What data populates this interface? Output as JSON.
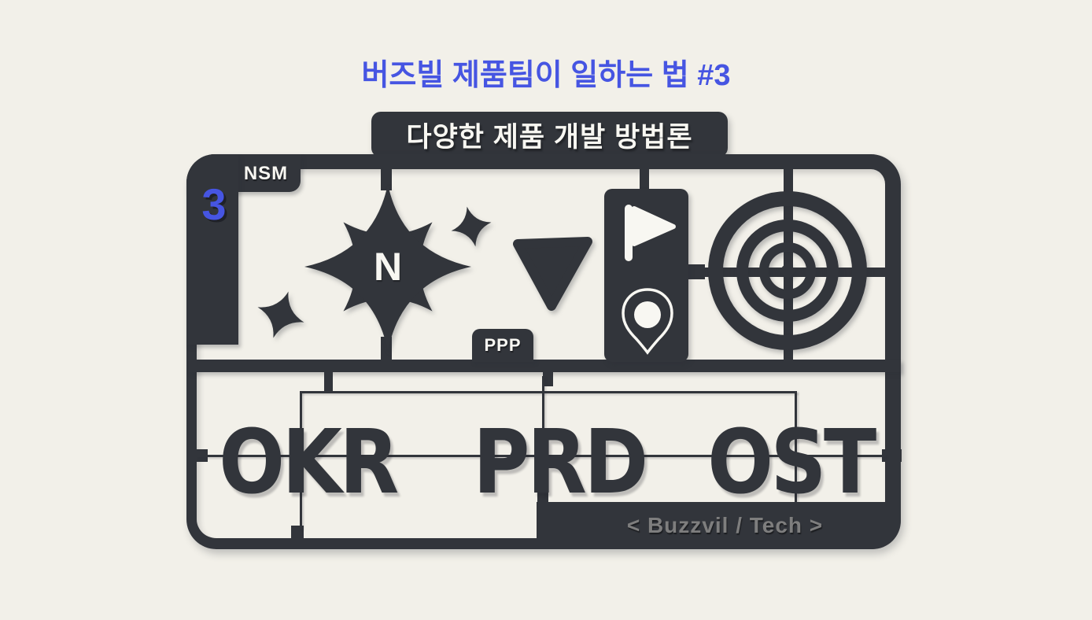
{
  "title": {
    "text": "버즈빌 제품팀이 일하는 법 #3"
  },
  "banner": {
    "text": "다양한 제품 개발 방법론"
  },
  "sprue": {
    "badge_number": "3",
    "nsm_label": "NSM",
    "ppp_label": "PPP",
    "compass_letter": "N",
    "methodologies": [
      {
        "label": "OKR"
      },
      {
        "label": "PRD"
      },
      {
        "label": "OST"
      }
    ],
    "footer_credit": "< Buzzvil / Tech >"
  },
  "colors": {
    "background": "#f2f0e9",
    "ink": "#32353b",
    "accent_blue": "#4655e2",
    "muted_gray": "#7e7e7e",
    "paper_white": "#f8f7f2"
  }
}
